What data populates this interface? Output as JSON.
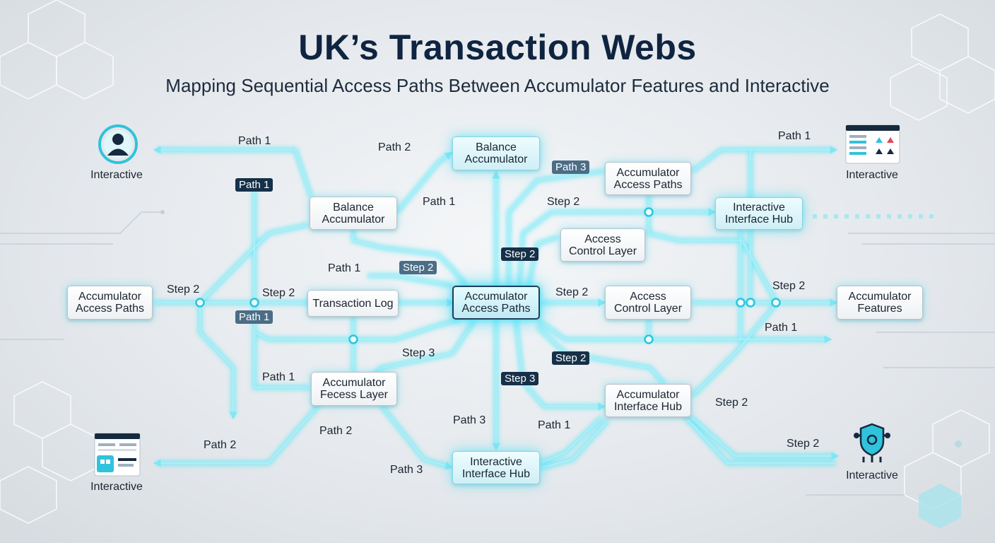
{
  "header": {
    "title": "UK’s Transaction Webs",
    "subtitle": "Mapping Sequential Access Paths Between Accumulator Features and Interactive"
  },
  "nodes": {
    "balance_top": "Balance\nAccumulator",
    "accumulator_paths_top": "Accumulator\nAccess Paths",
    "interactive_hub_top": "Interactive\nInterface Hub",
    "balance_mid": "Balance\nAccumulator",
    "access_control_top": "Access\nControl Layer",
    "accumulator_paths_left": "Accumulator\nAccess Paths",
    "transaction_log": "Transaction Log",
    "accumulator_paths_center": "Accumulator\nAccess Paths",
    "access_control_mid": "Access\nControl Layer",
    "accumulator_features": "Accumulator\nFeatures",
    "fecess_layer": "Accumulator\nFecess Layer",
    "interface_hub_right": "Accumulator\nInterface Hub",
    "interactive_hub_bottom": "Interactive\nInterface Hub"
  },
  "labels": {
    "path1_tl": "Path 1",
    "path2_t": "Path 2",
    "path1_balance": "Path 1",
    "path1_tr": "Path 1",
    "step2_topright": "Step 2",
    "path1_mid": "Path 1",
    "step2_left": "Step 2",
    "step2_left2": "Step 2",
    "step2_center": "Step 2",
    "step2_right": "Step 2",
    "path1_right": "Path 1",
    "step3_mid": "Step 3",
    "path1_lower": "Path 1",
    "step2_lowright": "Step 2",
    "path2_lower": "Path 2",
    "path2_bl": "Path 2",
    "path3_bottom": "Path 3",
    "path1_bottom": "Path 1",
    "path3_bl": "Path 3",
    "step2_br": "Step 2"
  },
  "tags": {
    "path1_dark": "Path 1",
    "path3_light": "Path 3",
    "step2_light": "Step 2",
    "path1_light": "Path 1",
    "step2_dark": "Step 2",
    "step2_dark2": "Step 2",
    "step3_dark": "Step 3"
  },
  "icons": {
    "top_left": {
      "name": "user-avatar-icon",
      "label": "Interactive"
    },
    "top_right": {
      "name": "dashboard-window-icon",
      "label": "Interactive"
    },
    "bottom_left": {
      "name": "app-window-icon",
      "label": "Interactive"
    },
    "bottom_right": {
      "name": "shield-network-icon",
      "label": "Interactive"
    }
  },
  "colors": {
    "title": "#0f2440",
    "glow": "#5ee6f5",
    "node_border_dark": "#1b3f5a",
    "tag_dark": "#163049"
  }
}
